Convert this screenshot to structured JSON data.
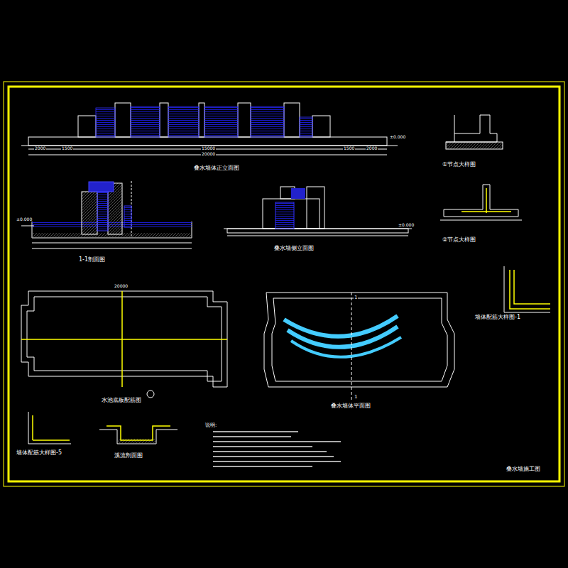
{
  "diagram": {
    "labels": [
      "叠水墙体正立面图",
      "1-1剖面图",
      "叠水墙侧立面图",
      "①节点大样图",
      "②节点大样图",
      "墙体配筋大样图-1",
      "水池底板配筋图",
      "叠水墙体平面图",
      "墙体配筋大样图-5",
      "溪流剖面图",
      "叠水墙施工图",
      "2000",
      "1500",
      "15000",
      "1500",
      "2000",
      "20000",
      "±0.000",
      "±0.000",
      "±0.000",
      "20000",
      "1",
      "1",
      "说明:"
    ]
  }
}
